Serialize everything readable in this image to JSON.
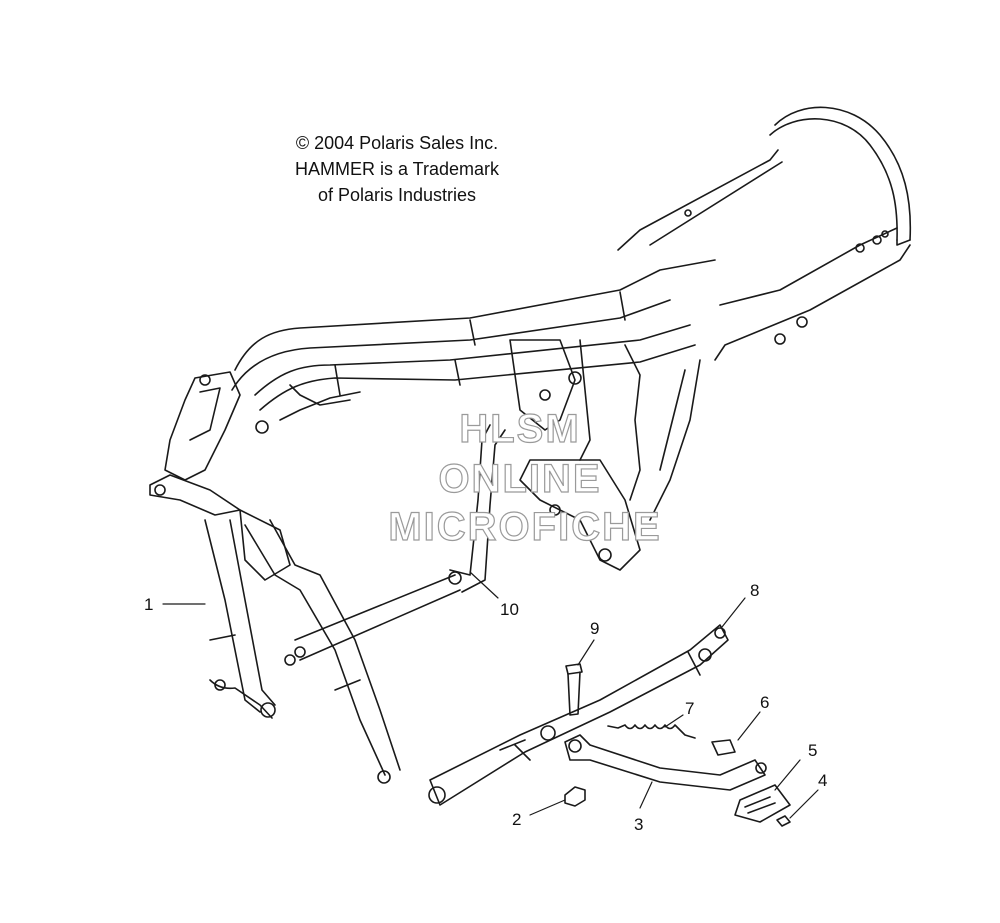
{
  "copyright": {
    "line1": "© 2004 Polaris Sales Inc.",
    "line2": "HAMMER is a Trademark",
    "line3": "of Polaris Industries"
  },
  "watermark": {
    "line1": "HLSM",
    "line2": "ONLINE",
    "line3": "MICROFICHE"
  },
  "callouts": [
    "1",
    "2",
    "3",
    "4",
    "5",
    "6",
    "7",
    "8",
    "9",
    "10"
  ],
  "colors": {
    "line": "#1a1a1a",
    "background": "#ffffff",
    "watermark": "#9a9a9a"
  }
}
